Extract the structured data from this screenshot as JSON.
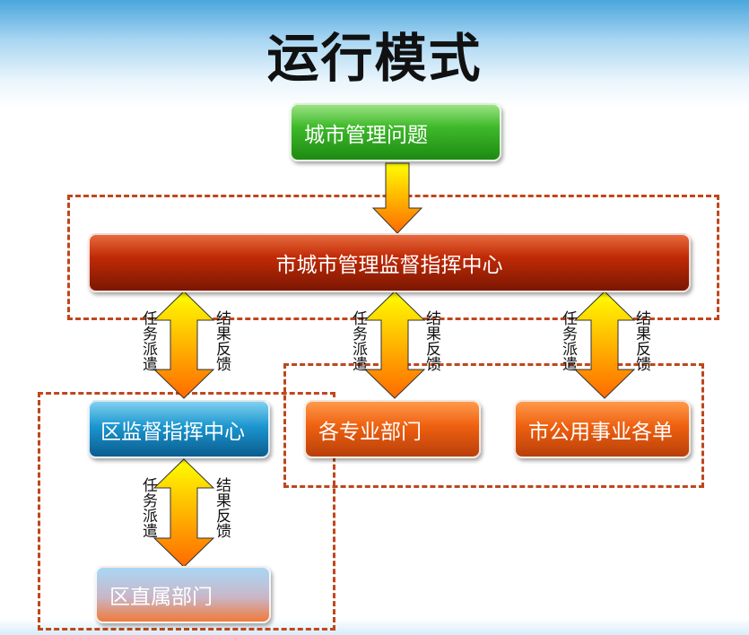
{
  "title": "运行模式",
  "nodes": {
    "problem": "城市管理问题",
    "city_center": "市城市管理监督指挥中心",
    "district_center": "区监督指挥中心",
    "departments": "各专业部门",
    "public_utilities": "市公用事业各单",
    "district_departments": "区直属部门"
  },
  "arrow_labels": {
    "dispatch": "任务派遣",
    "feedback": "结果反馈"
  },
  "colors": {
    "dashed_border": "#c0461c",
    "arrow_top": "#ffff00",
    "arrow_bottom": "#ff6a00"
  }
}
